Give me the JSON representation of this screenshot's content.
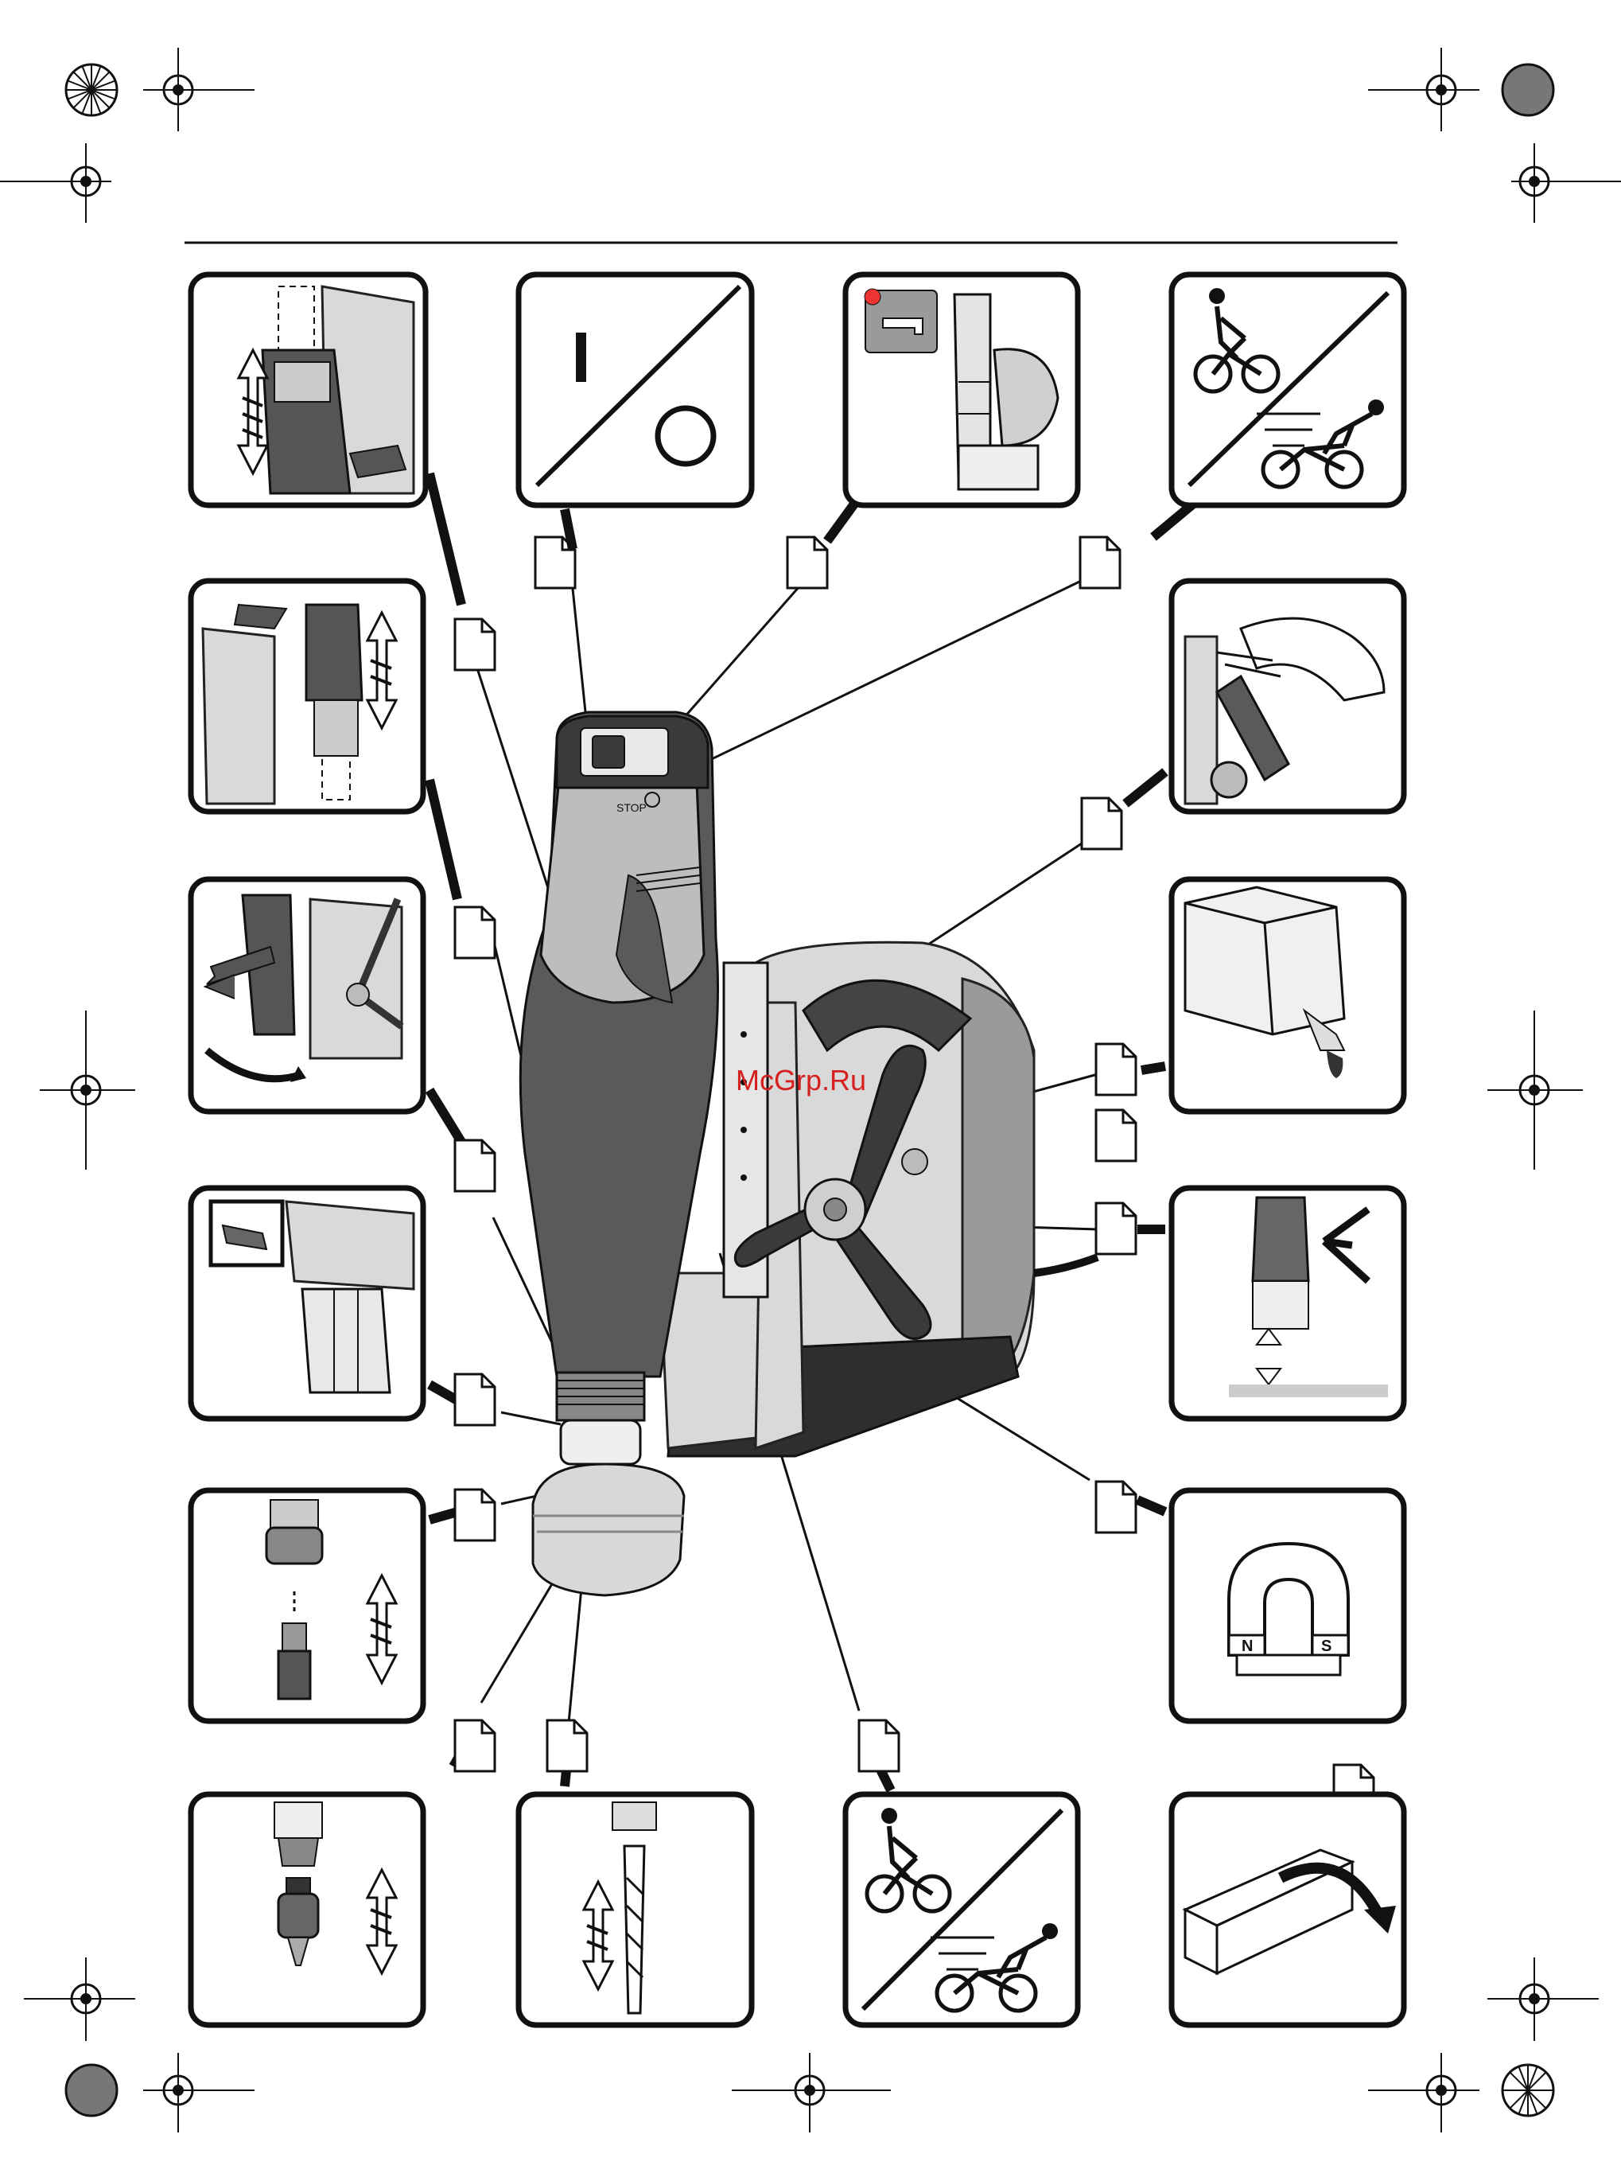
{
  "colors": {
    "background": "#ffffff",
    "ink": "#111111",
    "watermark": "#d61f1f",
    "body_grey": "#5a5a5a",
    "light_grey": "#d9d9d9"
  },
  "watermark": "McGrp.Ru",
  "switch_label": "STOP",
  "magnet_poles": {
    "north": "N",
    "south": "S"
  },
  "symbols": {
    "on": "I",
    "off": "O"
  },
  "icons": [
    "registration-mark-icon",
    "document-icon",
    "cyclist-slow-icon",
    "cyclist-fast-icon",
    "oil-bottle-icon",
    "magnet-icon",
    "tap-water-icon",
    "package-icon"
  ]
}
